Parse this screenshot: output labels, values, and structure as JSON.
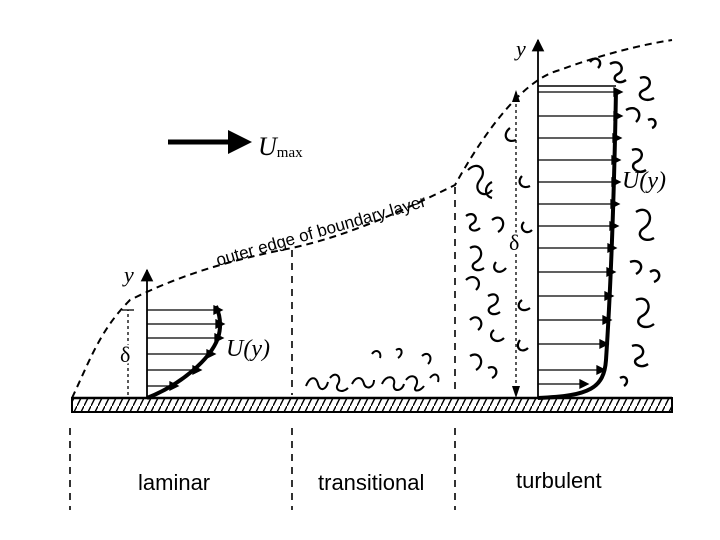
{
  "flow": {
    "label_main": "U",
    "label_sub": "max"
  },
  "boundary_layer": {
    "label": "outer edge of boundary layer"
  },
  "regions": {
    "laminar": {
      "name": "laminar",
      "axis_label": "y",
      "thickness_label": "δ",
      "profile_label": "U(y)"
    },
    "transitional": {
      "name": "transitional"
    },
    "turbulent": {
      "name": "turbulent",
      "axis_label": "y",
      "thickness_label": "δ",
      "profile_label": "U(y)"
    }
  },
  "colors": {
    "ink": "#000000",
    "background": "#ffffff"
  }
}
